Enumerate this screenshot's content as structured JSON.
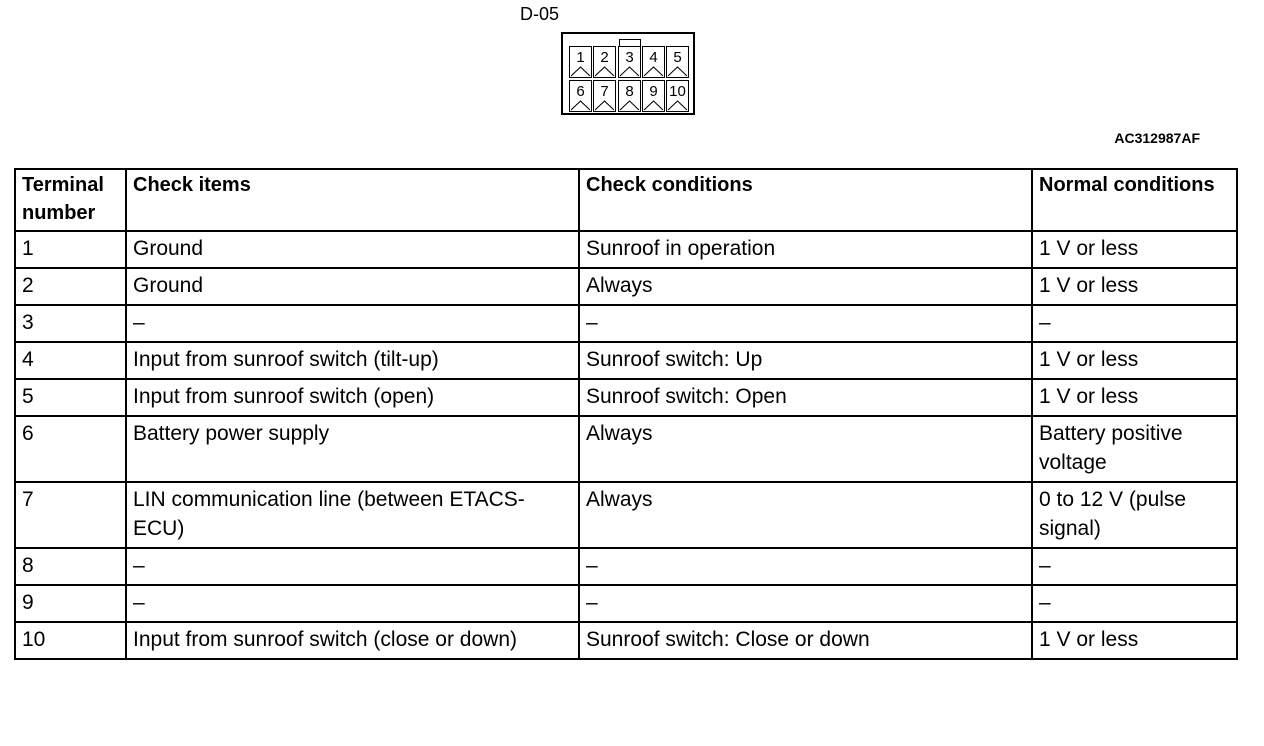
{
  "connector": {
    "label": "D-05",
    "pins_top": [
      "1",
      "2",
      "3",
      "4",
      "5"
    ],
    "pins_bottom": [
      "6",
      "7",
      "8",
      "9",
      "10"
    ]
  },
  "ref_code": "AC312987AF",
  "table": {
    "headers": [
      "Terminal number",
      "Check items",
      "Check conditions",
      "Normal conditions"
    ],
    "rows": [
      [
        "1",
        "Ground",
        "Sunroof in operation",
        "1 V or less"
      ],
      [
        "2",
        "Ground",
        "Always",
        "1 V or less"
      ],
      [
        "3",
        "–",
        "–",
        "–"
      ],
      [
        "4",
        "Input from sunroof switch (tilt-up)",
        "Sunroof switch: Up",
        "1 V or less"
      ],
      [
        "5",
        "Input from sunroof switch (open)",
        "Sunroof switch: Open",
        "1 V or less"
      ],
      [
        "6",
        "Battery power supply",
        "Always",
        "Battery positive voltage"
      ],
      [
        "7",
        "LIN communication line (between ETACS-ECU)",
        "Always",
        "0 to 12 V (pulse signal)"
      ],
      [
        "8",
        "–",
        "–",
        "–"
      ],
      [
        "9",
        "–",
        "–",
        "–"
      ],
      [
        "10",
        "Input from sunroof switch (close or down)",
        "Sunroof switch: Close or down",
        "1 V or less"
      ]
    ]
  }
}
